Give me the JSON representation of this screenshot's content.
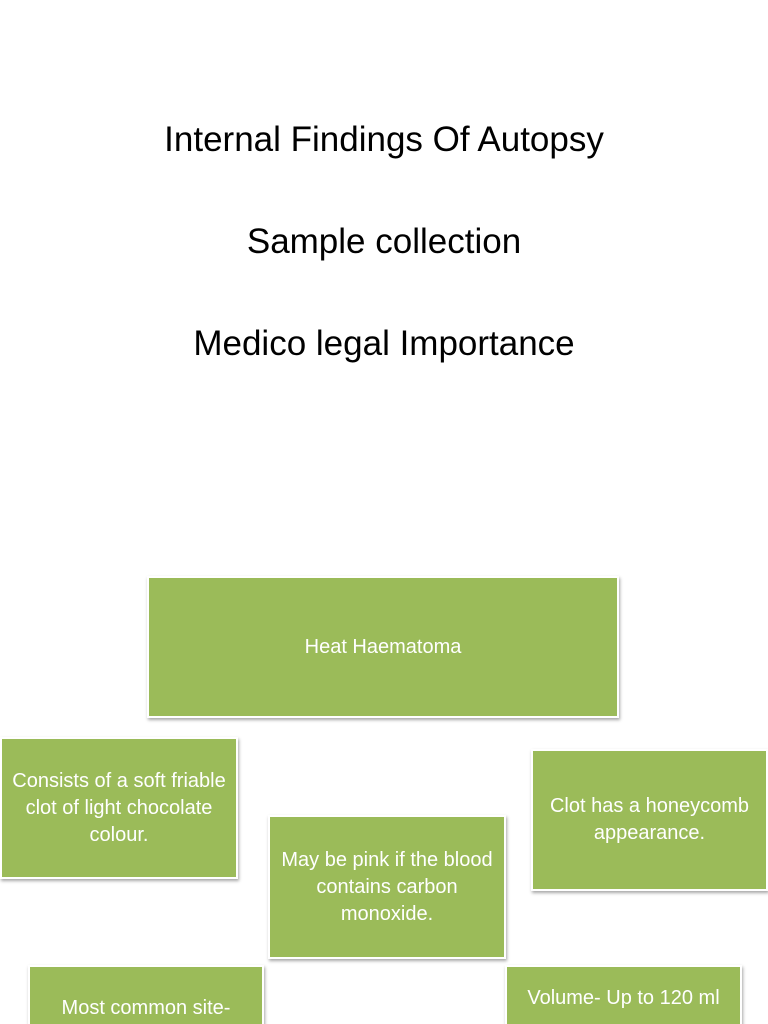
{
  "headings": {
    "line1": "Internal Findings Of Autopsy",
    "line2": "Sample collection",
    "line3": "Medico legal Importance"
  },
  "diagram": {
    "root": "Heat Haematoma",
    "box_soft_clot": "Consists of a soft friable clot of light chocolate colour.",
    "box_pink": "May be pink if the blood contains carbon monoxide.",
    "box_honeycomb": "Clot has a honeycomb appearance.",
    "box_site": "Most common site-",
    "box_volume": "Volume- Up to 120 ml"
  },
  "colors": {
    "box_fill": "#9bbb59",
    "box_text": "#ffffff",
    "heading_text": "#000000"
  }
}
